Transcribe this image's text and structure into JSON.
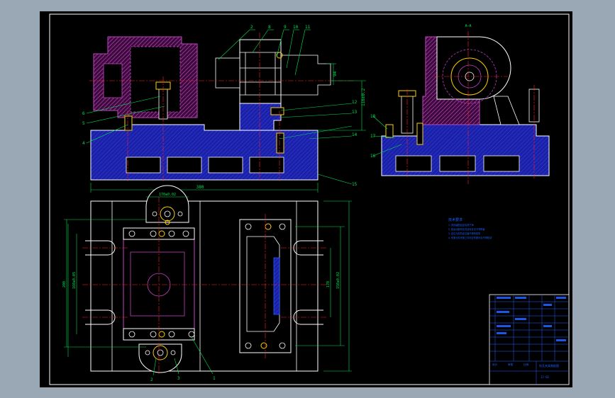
{
  "colors": {
    "background": "#9aa7b4",
    "sheet": "#000000",
    "outline": "#ffffff",
    "body_fill": "#1a20a8",
    "hatch_magenta": "#c043c0",
    "centerline": "#ff2020",
    "dimension": "#00e050",
    "hidden": "#c040c0",
    "bolt": "#ffd000",
    "annotation": "#2060ff"
  },
  "balloons": {
    "front_top": [
      "2",
      "8",
      "9",
      "10",
      "11"
    ],
    "front_left": [
      "6",
      "5",
      "4"
    ],
    "front_right": [
      "12",
      "13",
      "14",
      "15"
    ],
    "side_left": [
      "18",
      "17",
      "16"
    ],
    "plan_bottom": [
      "2",
      "3",
      "1"
    ]
  },
  "dimensions": {
    "front_width": "380",
    "front_height_a": "116±0.2",
    "front_height_b": "94",
    "plan_top": "170±0.02",
    "plan_left_a": "200",
    "plan_left_b": "160±0.05",
    "plan_right_a": "170",
    "plan_right_b": "150±0.02",
    "side_top": "A—A"
  },
  "notes": {
    "title": "技术要求",
    "lines": [
      "1.夹具装配后应清洗干净",
      "2.各运动部件应灵活可靠无卡滞现象",
      "3.定位元件的定位面不得有损伤",
      "4.夹紧元件夹紧工件时应牢固可靠不得松动"
    ]
  },
  "title_block": {
    "drawing_name": "钻孔夹具装配图",
    "drawing_no": "JJ-01",
    "label_design": "设计",
    "label_check": "审核",
    "label_scale": "比例"
  }
}
